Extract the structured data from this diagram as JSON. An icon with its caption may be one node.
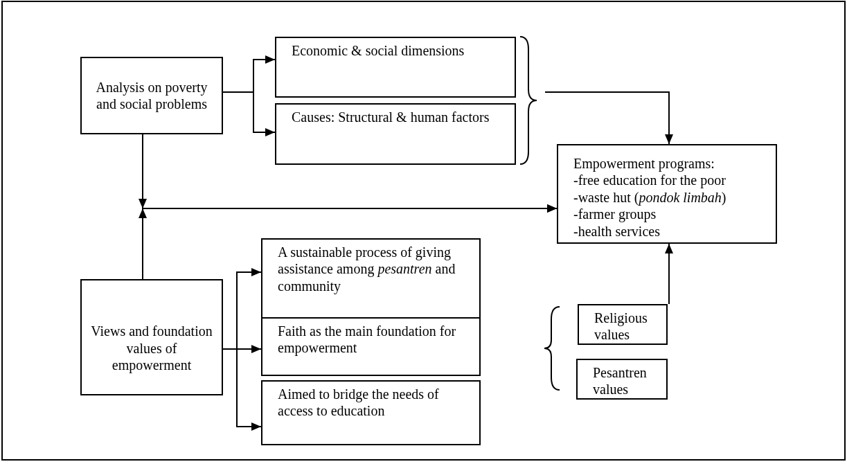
{
  "diagram": {
    "nodes": [
      {
        "text": [
          "Analysis on poverty and social problems"
        ]
      },
      {
        "text": [
          "Economic & social dimensions"
        ]
      },
      {
        "text": [
          "Causes: Structural & human factors"
        ]
      },
      {
        "text": [],
        "shape": "brace"
      },
      {
        "text": [
          "Empowerment programs:",
          "-free education for the poor",
          "-waste hut (*pondok limbah*)",
          "-farmer groups",
          "-health services"
        ]
      },
      {
        "text": [
          "Views and foundation values of empowerment"
        ]
      },
      {
        "text": [
          "A sustainable process of giving assistance among *pesantren* and community"
        ]
      },
      {
        "text": [
          "Faith as the main foundation for empowerment"
        ]
      },
      {
        "text": [
          "Aimed to bridge the needs of access to education"
        ]
      },
      {
        "text": [
          "Religious values"
        ]
      },
      {
        "text": [
          "Pesantren values"
        ]
      }
    ],
    "edges": [
      {
        "from": 0,
        "to": 1,
        "arrow": "to"
      },
      {
        "from": 0,
        "to": 2,
        "arrow": "to"
      },
      {
        "from": 3,
        "to": 4,
        "arrow": "to"
      },
      {
        "from": 0,
        "to": 4,
        "arrow": "to"
      },
      {
        "from": 5,
        "to": 4,
        "arrow": "to"
      },
      {
        "from": 5,
        "to": 6,
        "arrow": "to"
      },
      {
        "from": 5,
        "to": 7,
        "arrow": "to"
      },
      {
        "from": 5,
        "to": 8,
        "arrow": "to"
      },
      {
        "from": 9,
        "to": 4,
        "arrow": "to"
      }
    ]
  }
}
